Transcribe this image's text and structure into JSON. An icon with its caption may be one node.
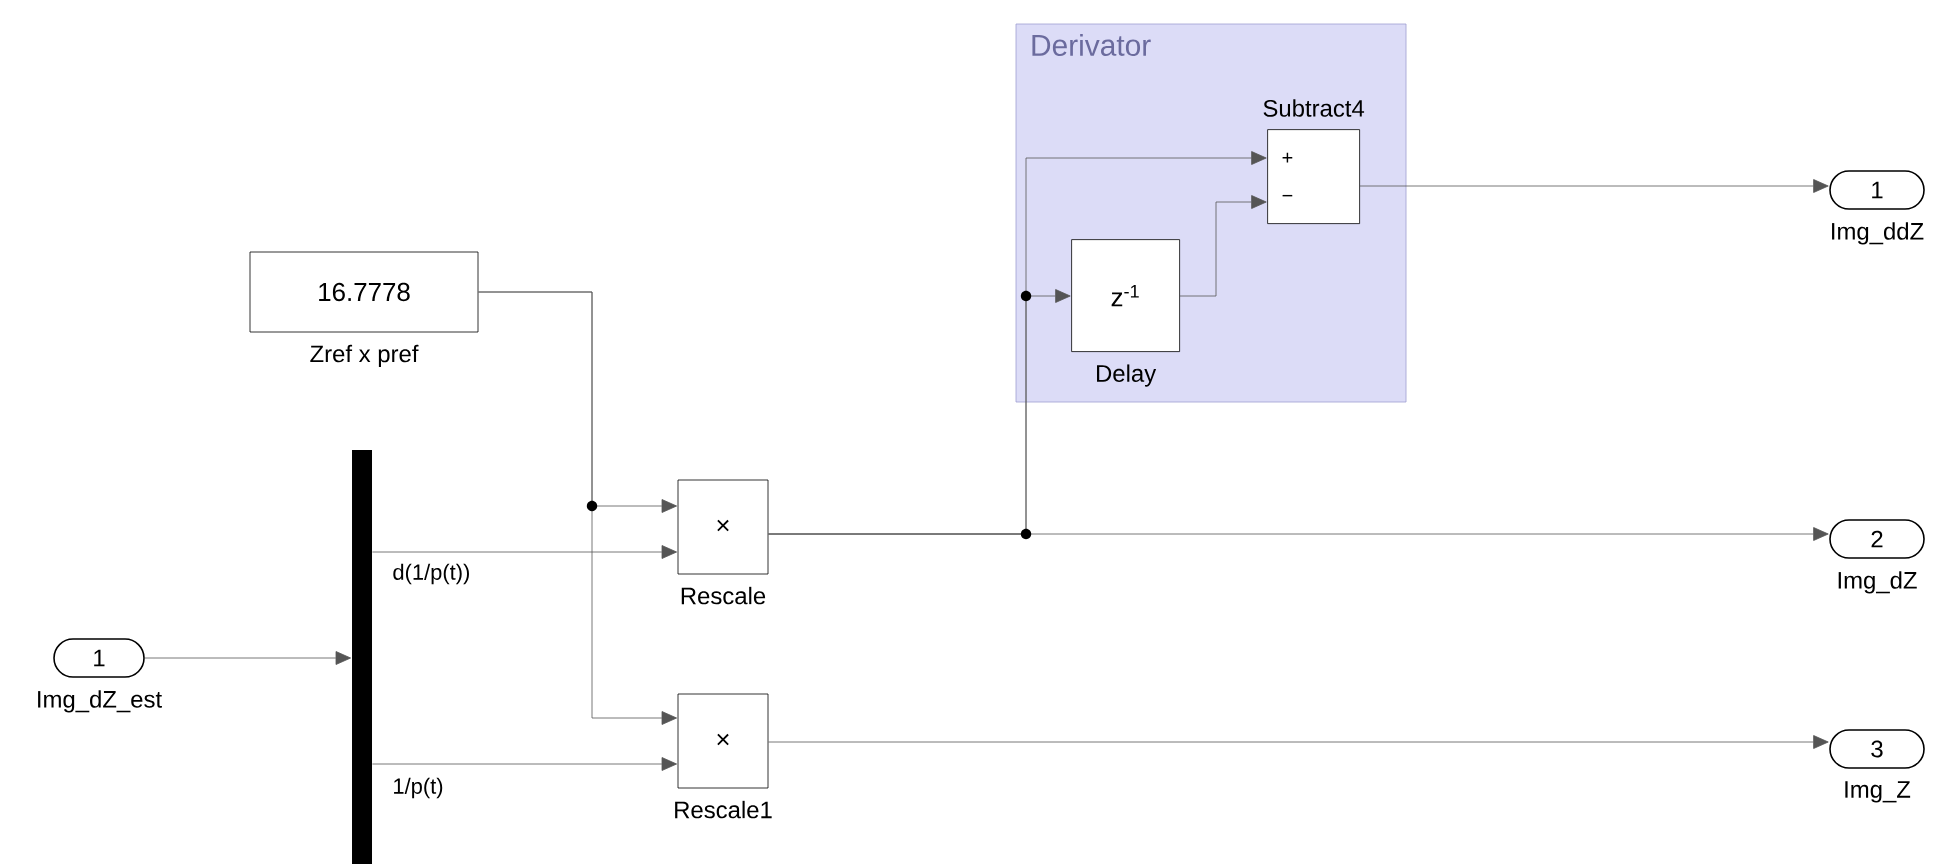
{
  "diagram": {
    "nodes": [
      {
        "text": [
          "Derivator"
        ]
      },
      {
        "text": [
          "+",
          "−"
        ],
        "beside": [
          "Subtract4"
        ],
        "in": 0
      },
      {
        "text": [
          "z$^{-1}$"
        ],
        "beside": [
          "Delay"
        ],
        "in": 0
      },
      {
        "text": [
          "1"
        ],
        "beside": [
          "Img_ddZ"
        ]
      },
      {
        "text": [
          "16.7778"
        ],
        "beside": [
          "Zref x pref"
        ]
      },
      {
        "text": [],
        "shape": "bar"
      },
      {
        "text": [
          "1"
        ],
        "beside": [
          "Img_dZ_est"
        ]
      },
      {
        "text": [
          "×"
        ],
        "beside": [
          "Rescale"
        ]
      },
      {
        "text": [
          "×"
        ],
        "beside": [
          "Rescale1"
        ]
      },
      {
        "text": [
          "2"
        ],
        "beside": [
          "Img_dZ"
        ]
      },
      {
        "text": [
          "3"
        ],
        "beside": [
          "Img_Z"
        ]
      }
    ],
    "edges": [
      {
        "from": 6,
        "to": 5,
        "arrow": "to"
      },
      {
        "from": 5,
        "to": 7,
        "arrow": "to",
        "label": "d(1/p(t))"
      },
      {
        "from": 5,
        "to": 8,
        "arrow": "to",
        "label": "1/p(t)"
      },
      {
        "from": 4,
        "to": 7,
        "arrow": "to"
      },
      {
        "from": 4,
        "to": 8,
        "arrow": "to"
      },
      {
        "from": 7,
        "to": 9,
        "arrow": "to"
      },
      {
        "from": 7,
        "to": 1,
        "arrow": "to"
      },
      {
        "from": 7,
        "to": 2,
        "arrow": "to"
      },
      {
        "from": 2,
        "to": 1,
        "arrow": "to"
      },
      {
        "from": 1,
        "to": 3,
        "arrow": "to"
      },
      {
        "from": 8,
        "to": 10,
        "arrow": "to"
      }
    ]
  }
}
